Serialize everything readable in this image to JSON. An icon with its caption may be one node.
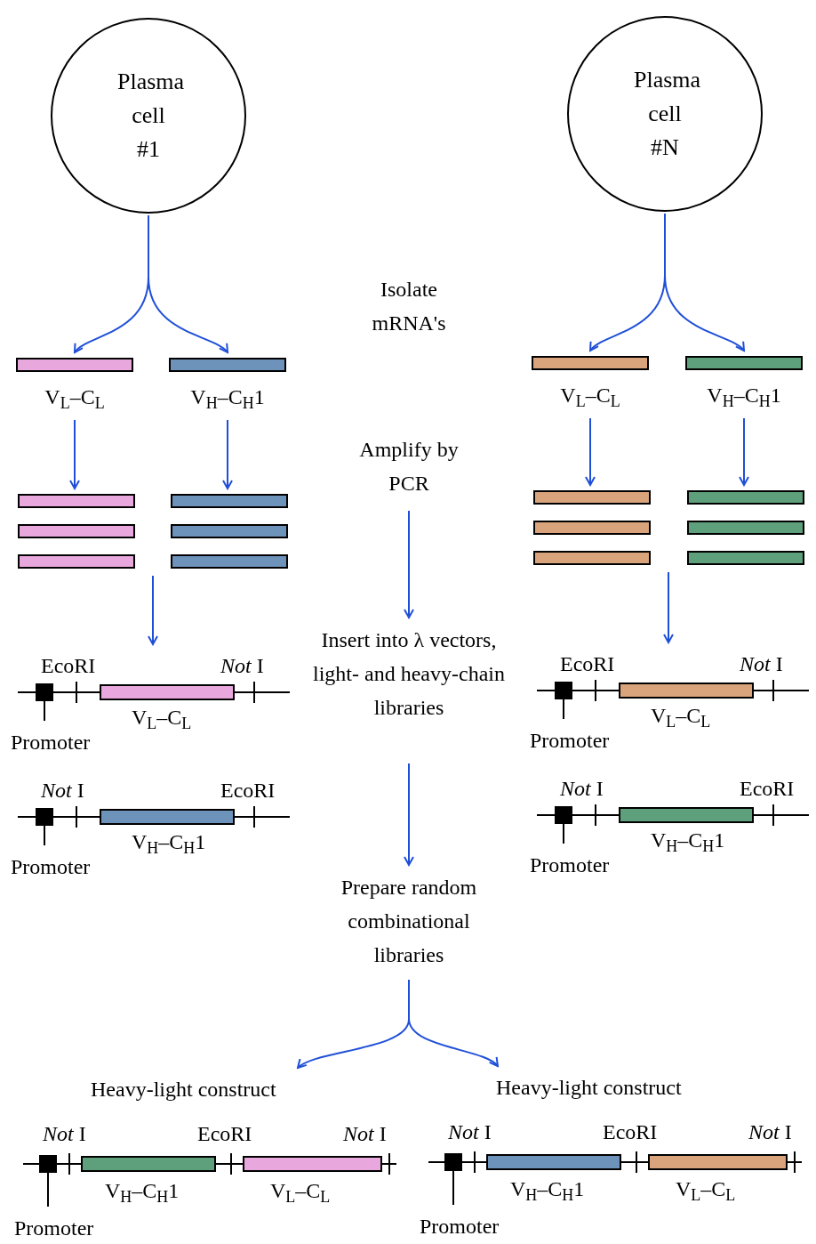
{
  "diagram": {
    "nodes": [
      {
        "text": [
          "Plasma cell #1"
        ]
      },
      {
        "text": [
          "Plasma cell #N"
        ]
      },
      {
        "text": [
          "V$_{L}$–C$_{L}$"
        ]
      },
      {
        "text": [
          "V$_{H}$–C$_{H}$1"
        ]
      },
      {
        "text": [
          "V$_{L}$–C$_{L}$"
        ]
      },
      {
        "text": [
          "V$_{H}$–C$_{H}$1"
        ]
      },
      {
        "text": [
          "Amplify by PCR"
        ]
      },
      {
        "text": [],
        "shape": "bar"
      },
      {
        "text": [],
        "shape": "bar"
      },
      {
        "text": [],
        "shape": "bar"
      },
      {
        "text": [],
        "shape": "bar"
      },
      {
        "text": [
          "Insert into λ vectors, light- and heavy-chain libraries"
        ]
      },
      {
        "text": [
          "EcoRI",
          "*Not* I",
          "V$_{L}$–C$_{L}$",
          "Promoter"
        ]
      },
      {
        "text": [
          "EcoRI",
          "*Not* I",
          "V$_{L}$–C$_{L}$",
          "Promoter"
        ]
      },
      {
        "text": [
          "*Not* I",
          "EcoRI",
          "V$_{H}$–C$_{H}$1",
          "Promoter"
        ]
      },
      {
        "text": [
          "*Not* I",
          "EcoRI",
          "V$_{H}$–C$_{H}$1",
          "Promoter"
        ]
      },
      {
        "text": [
          "Prepare random combinational libraries"
        ]
      },
      {
        "text": [
          "Heavy-light construct",
          "*Not* I",
          "EcoRI",
          "*Not* I",
          "V$_{H}$–C$_{H}$1",
          "V$_{L}$–C$_{L}$",
          "Promoter"
        ]
      },
      {
        "text": [
          "Heavy-light construct",
          "*Not* I",
          "EcoRI",
          "*Not* I",
          "V$_{H}$–C$_{H}$1",
          "V$_{L}$–C$_{L}$",
          "Promoter"
        ]
      }
    ],
    "edges": [
      {
        "from": 0,
        "to": 2,
        "arrow": "to"
      },
      {
        "from": 0,
        "to": 3,
        "arrow": "to"
      },
      {
        "from": 1,
        "to": 4,
        "arrow": "to"
      },
      {
        "from": 1,
        "to": 5,
        "arrow": "to"
      },
      {
        "from": 2,
        "to": 7,
        "arrow": "to"
      },
      {
        "from": 3,
        "to": 8,
        "arrow": "to"
      },
      {
        "from": 4,
        "to": 9,
        "arrow": "to"
      },
      {
        "from": 5,
        "to": 10,
        "arrow": "to"
      },
      {
        "from": 7,
        "to": 12,
        "arrow": "to"
      },
      {
        "from": 9,
        "to": 13,
        "arrow": "to"
      },
      {
        "from": 6,
        "to": 11,
        "arrow": "to"
      },
      {
        "from": 11,
        "to": 16,
        "arrow": "to"
      },
      {
        "from": 16,
        "to": 17,
        "arrow": "to"
      },
      {
        "from": 16,
        "to": 18,
        "arrow": "to"
      }
    ],
    "labels": [
      "Isolate mRNA's"
    ]
  }
}
